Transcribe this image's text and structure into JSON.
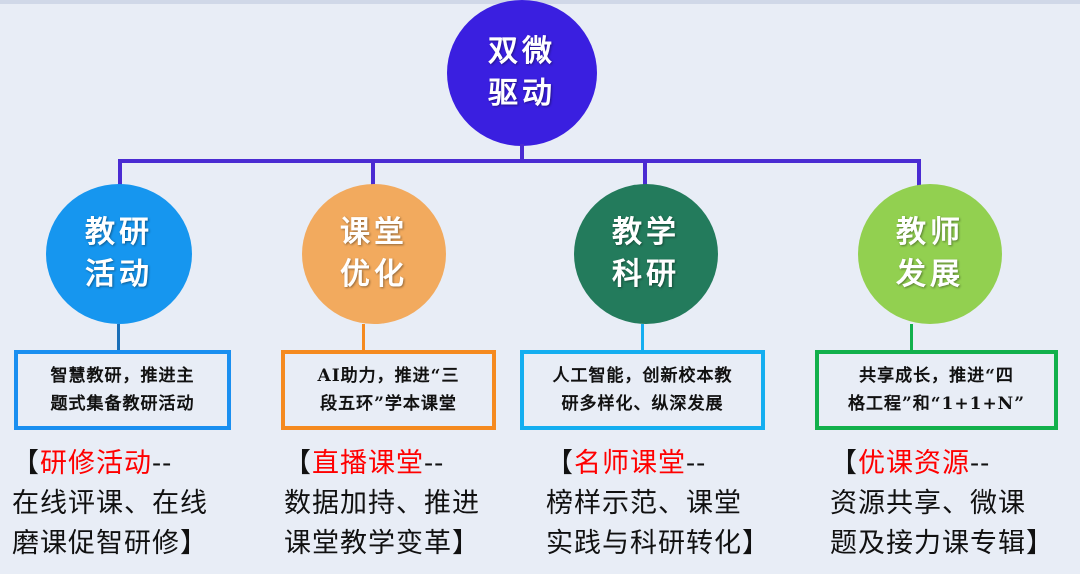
{
  "root": {
    "line1": "双微",
    "line2": "驱动",
    "color": "#3a1fe0"
  },
  "branches": [
    {
      "line1": "教研",
      "line2": "活动",
      "color": "#1696ef",
      "box_color": "#1a8ff0",
      "box": [
        "智慧教研，推进主",
        "题式集备教研活动"
      ],
      "note_open": "【",
      "note_title": "研修活动",
      "note_dash": "--",
      "note_lines": [
        "在线评课、在线",
        "磨课促智研修】"
      ]
    },
    {
      "line1": "课堂",
      "line2": "优化",
      "color": "#f2aa5e",
      "box_color": "#f58a1f",
      "box": [
        "AI助力，推进“三",
        "段五环”学本课堂"
      ],
      "note_open": "【",
      "note_title": "直播课堂",
      "note_dash": "--",
      "note_lines": [
        "数据加持、推进",
        "课堂教学变革】"
      ]
    },
    {
      "line1": "教学",
      "line2": "科研",
      "color": "#237b5c",
      "box_color": "#14aef0",
      "box": [
        "人工智能，创新校本教",
        "研多样化、纵深发展"
      ],
      "note_open": "【",
      "note_title": "名师课堂",
      "note_dash": "--",
      "note_lines": [
        "榜样示范、课堂",
        "实践与科研转化】"
      ]
    },
    {
      "line1": "教师",
      "line2": "发展",
      "color": "#92d050",
      "box_color": "#12b04c",
      "box": [
        "共享成长，推进“四",
        "格工程”和“1+1+N”"
      ],
      "note_open": "【",
      "note_title": "优课资源",
      "note_dash": "--",
      "note_lines": [
        "资源共享、微课",
        "题及接力课专辑】"
      ]
    }
  ]
}
